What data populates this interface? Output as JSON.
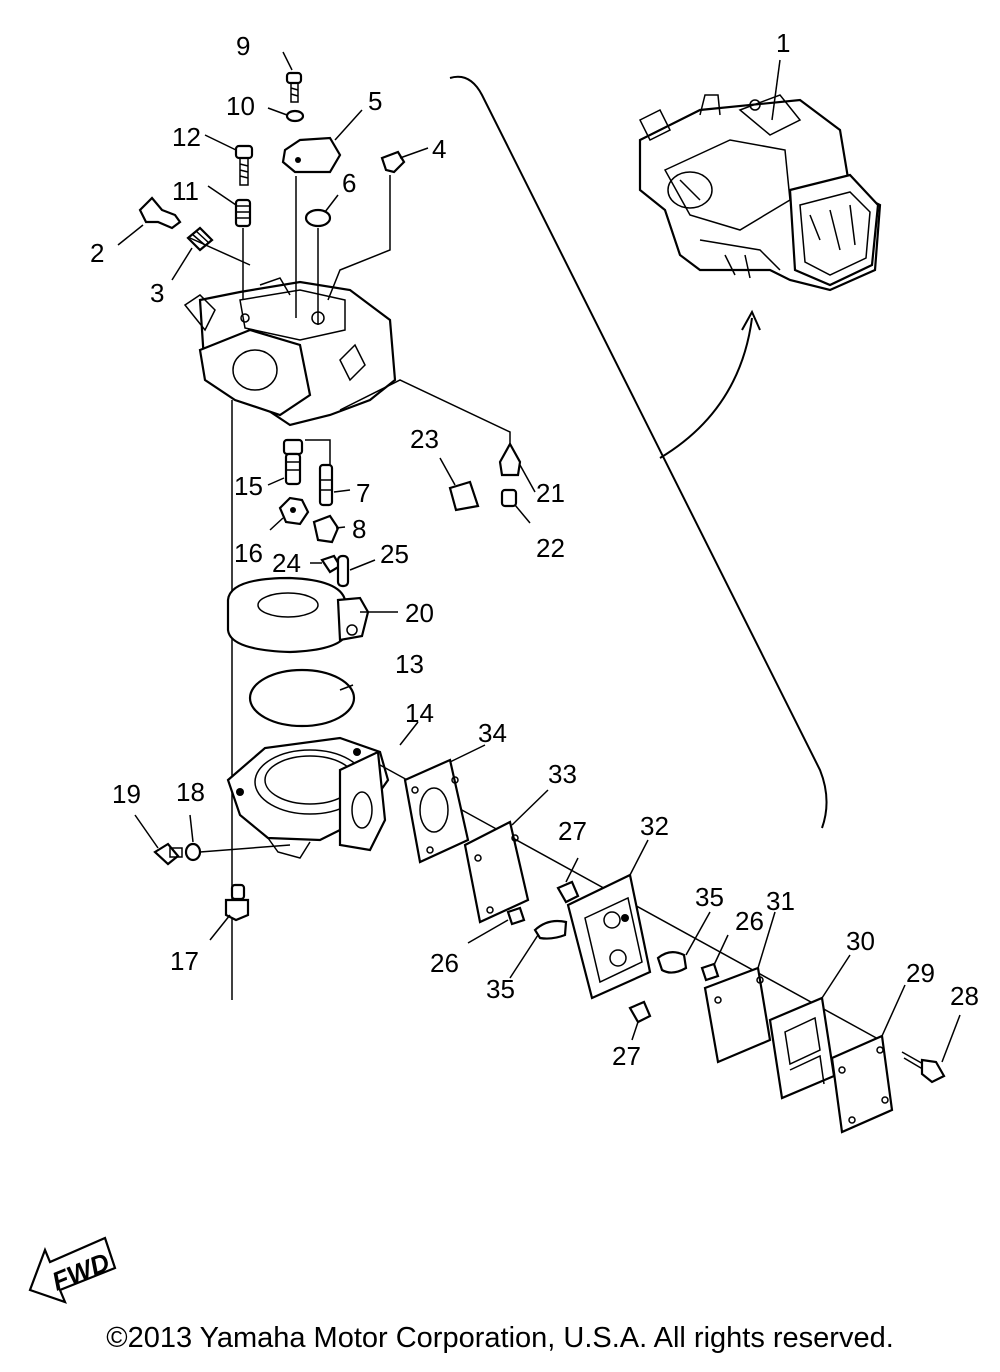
{
  "callouts": [
    {
      "id": "1",
      "text": "1"
    },
    {
      "id": "2",
      "text": "2"
    },
    {
      "id": "3",
      "text": "3"
    },
    {
      "id": "4",
      "text": "4"
    },
    {
      "id": "5",
      "text": "5"
    },
    {
      "id": "6",
      "text": "6"
    },
    {
      "id": "7",
      "text": "7"
    },
    {
      "id": "8",
      "text": "8"
    },
    {
      "id": "9",
      "text": "9"
    },
    {
      "id": "10",
      "text": "10"
    },
    {
      "id": "11",
      "text": "11"
    },
    {
      "id": "12",
      "text": "12"
    },
    {
      "id": "13",
      "text": "13"
    },
    {
      "id": "14",
      "text": "14"
    },
    {
      "id": "15",
      "text": "15"
    },
    {
      "id": "16",
      "text": "16"
    },
    {
      "id": "17",
      "text": "17"
    },
    {
      "id": "18",
      "text": "18"
    },
    {
      "id": "19",
      "text": "19"
    },
    {
      "id": "20",
      "text": "20"
    },
    {
      "id": "21",
      "text": "21"
    },
    {
      "id": "22",
      "text": "22"
    },
    {
      "id": "23",
      "text": "23"
    },
    {
      "id": "24",
      "text": "24"
    },
    {
      "id": "25",
      "text": "25"
    },
    {
      "id": "26a",
      "text": "26"
    },
    {
      "id": "26b",
      "text": "26"
    },
    {
      "id": "27a",
      "text": "27"
    },
    {
      "id": "27b",
      "text": "27"
    },
    {
      "id": "28",
      "text": "28"
    },
    {
      "id": "29",
      "text": "29"
    },
    {
      "id": "30",
      "text": "30"
    },
    {
      "id": "31",
      "text": "31"
    },
    {
      "id": "32",
      "text": "32"
    },
    {
      "id": "33",
      "text": "33"
    },
    {
      "id": "34",
      "text": "34"
    },
    {
      "id": "35a",
      "text": "35"
    },
    {
      "id": "35b",
      "text": "35"
    }
  ],
  "fwd_label": "FWD",
  "copyright": "©2013 Yamaha Motor Corporation, U.S.A. All rights reserved."
}
